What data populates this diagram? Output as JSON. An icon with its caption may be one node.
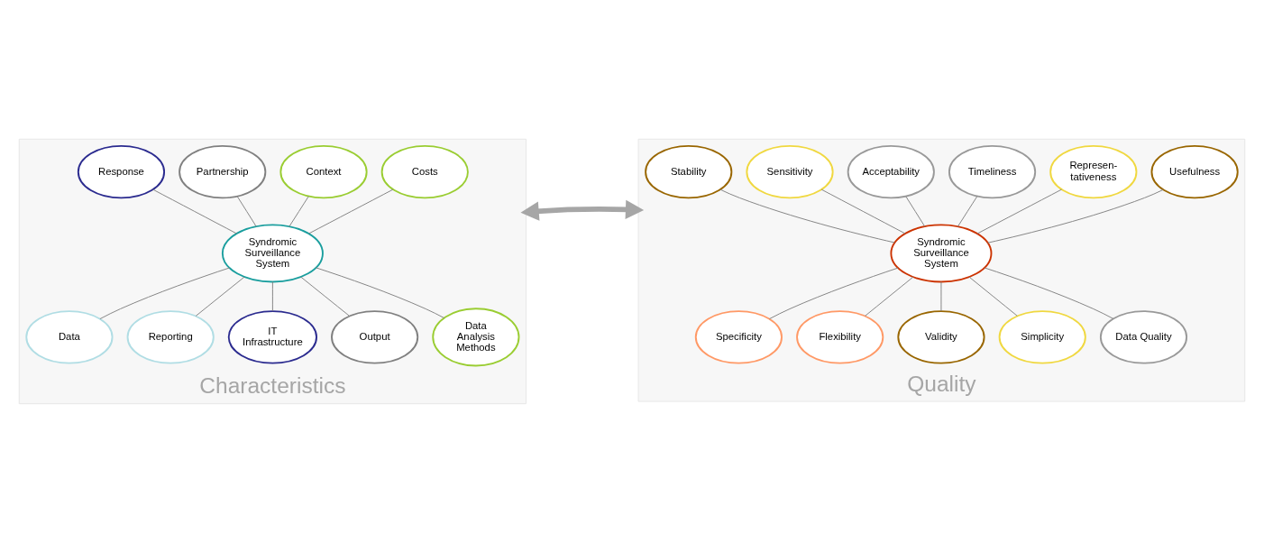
{
  "diagram": {
    "nodes": [
      {
        "text": [
          "Characteristics"
        ]
      },
      {
        "text": [
          "Syndromic Surveillance System"
        ],
        "in": 0
      },
      {
        "text": [
          "Costs"
        ],
        "in": 0
      },
      {
        "text": [
          "Context"
        ],
        "in": 0
      },
      {
        "text": [
          "Partnership"
        ],
        "in": 0
      },
      {
        "text": [
          "Response"
        ],
        "in": 0
      },
      {
        "text": [
          "Data"
        ],
        "in": 0
      },
      {
        "text": [
          "Reporting"
        ],
        "in": 0
      },
      {
        "text": [
          "IT Infrastructure"
        ],
        "in": 0
      },
      {
        "text": [
          "Output"
        ],
        "in": 0
      },
      {
        "text": [
          "Data Analysis Methods"
        ],
        "in": 0
      },
      {
        "text": [
          "Quality"
        ]
      },
      {
        "text": [
          "Syndromic Surveillance System"
        ],
        "in": 11
      },
      {
        "text": [
          "Usefulness"
        ],
        "in": 11
      },
      {
        "text": [
          "Represen- tativeness"
        ],
        "in": 11
      },
      {
        "text": [
          "Timeliness"
        ],
        "in": 11
      },
      {
        "text": [
          "Acceptability"
        ],
        "in": 11
      },
      {
        "text": [
          "Sensitivity"
        ],
        "in": 11
      },
      {
        "text": [
          "Stability"
        ],
        "in": 11
      },
      {
        "text": [
          "Specificity"
        ],
        "in": 11
      },
      {
        "text": [
          "Flexibility"
        ],
        "in": 11
      },
      {
        "text": [
          "Validity"
        ],
        "in": 11
      },
      {
        "text": [
          "Simplicity"
        ],
        "in": 11
      },
      {
        "text": [
          "Data Quality"
        ],
        "in": 11
      }
    ],
    "edges": [
      {
        "from": 1,
        "to": 2,
        "arrow": "none"
      },
      {
        "from": 1,
        "to": 3,
        "arrow": "none"
      },
      {
        "from": 1,
        "to": 4,
        "arrow": "none"
      },
      {
        "from": 1,
        "to": 5,
        "arrow": "none"
      },
      {
        "from": 1,
        "to": 6,
        "arrow": "none"
      },
      {
        "from": 1,
        "to": 7,
        "arrow": "none"
      },
      {
        "from": 1,
        "to": 8,
        "arrow": "none"
      },
      {
        "from": 1,
        "to": 9,
        "arrow": "none"
      },
      {
        "from": 1,
        "to": 10,
        "arrow": "none"
      },
      {
        "from": 12,
        "to": 13,
        "arrow": "none"
      },
      {
        "from": 12,
        "to": 14,
        "arrow": "none"
      },
      {
        "from": 12,
        "to": 15,
        "arrow": "none"
      },
      {
        "from": 12,
        "to": 16,
        "arrow": "none"
      },
      {
        "from": 12,
        "to": 17,
        "arrow": "none"
      },
      {
        "from": 12,
        "to": 18,
        "arrow": "none"
      },
      {
        "from": 12,
        "to": 19,
        "arrow": "none"
      },
      {
        "from": 12,
        "to": 20,
        "arrow": "none"
      },
      {
        "from": 12,
        "to": 21,
        "arrow": "none"
      },
      {
        "from": 12,
        "to": 22,
        "arrow": "none"
      },
      {
        "from": 12,
        "to": 23,
        "arrow": "none"
      },
      {
        "from": 0,
        "to": 11,
        "arrow": "both",
        "style": "thick",
        "color": "#a6a6a6"
      }
    ]
  }
}
